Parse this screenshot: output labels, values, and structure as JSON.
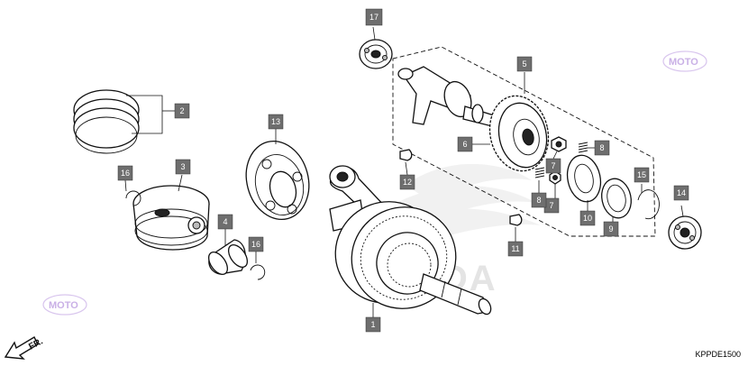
{
  "callouts": [
    {
      "id": "1",
      "label": "1"
    },
    {
      "id": "2",
      "label": "2"
    },
    {
      "id": "3",
      "label": "3"
    },
    {
      "id": "4",
      "label": "4"
    },
    {
      "id": "5",
      "label": "5"
    },
    {
      "id": "6",
      "label": "6"
    },
    {
      "id": "7a",
      "label": "7"
    },
    {
      "id": "7b",
      "label": "7"
    },
    {
      "id": "8a",
      "label": "8"
    },
    {
      "id": "8b",
      "label": "8"
    },
    {
      "id": "9",
      "label": "9"
    },
    {
      "id": "10",
      "label": "10"
    },
    {
      "id": "11",
      "label": "11"
    },
    {
      "id": "12",
      "label": "12"
    },
    {
      "id": "13",
      "label": "13"
    },
    {
      "id": "14",
      "label": "14"
    },
    {
      "id": "15",
      "label": "15"
    },
    {
      "id": "16a",
      "label": "16"
    },
    {
      "id": "16b",
      "label": "16"
    },
    {
      "id": "17",
      "label": "17"
    }
  ],
  "direction_label": "FR.",
  "diagram_code": "KPPDE1500",
  "brand_text": "HONDA",
  "watermark_text": "MOTO"
}
